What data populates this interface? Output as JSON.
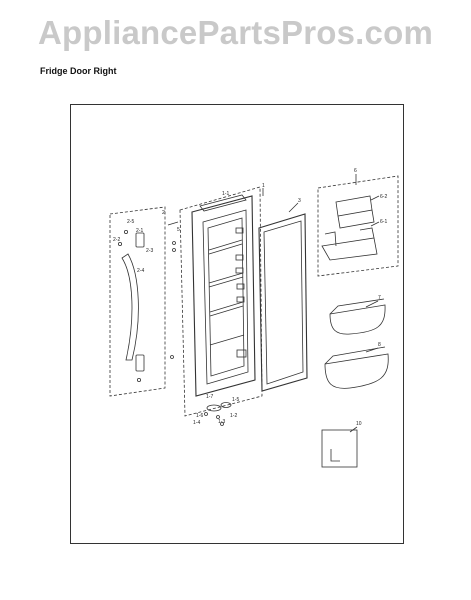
{
  "watermark": "AppliancePartsPros.com",
  "title": "Fridge Door Right",
  "labels": {
    "l1": "1",
    "l1_1": "1-1",
    "l1_2": "1-2",
    "l1_3": "1-3",
    "l1_4": "1-4",
    "l1_5": "1-5",
    "l1_6": "1-6",
    "l1_7": "1-7",
    "l2": "2",
    "l2_1": "2-1",
    "l2_2": "2-2",
    "l2_3": "2-3",
    "l2_4": "2-4",
    "l2_5": "2-5",
    "l3": "3",
    "l5": "5",
    "l6": "6",
    "l6_1": "6-1",
    "l6_2": "6-2",
    "l7": "7",
    "l8": "8",
    "l10": "10"
  }
}
